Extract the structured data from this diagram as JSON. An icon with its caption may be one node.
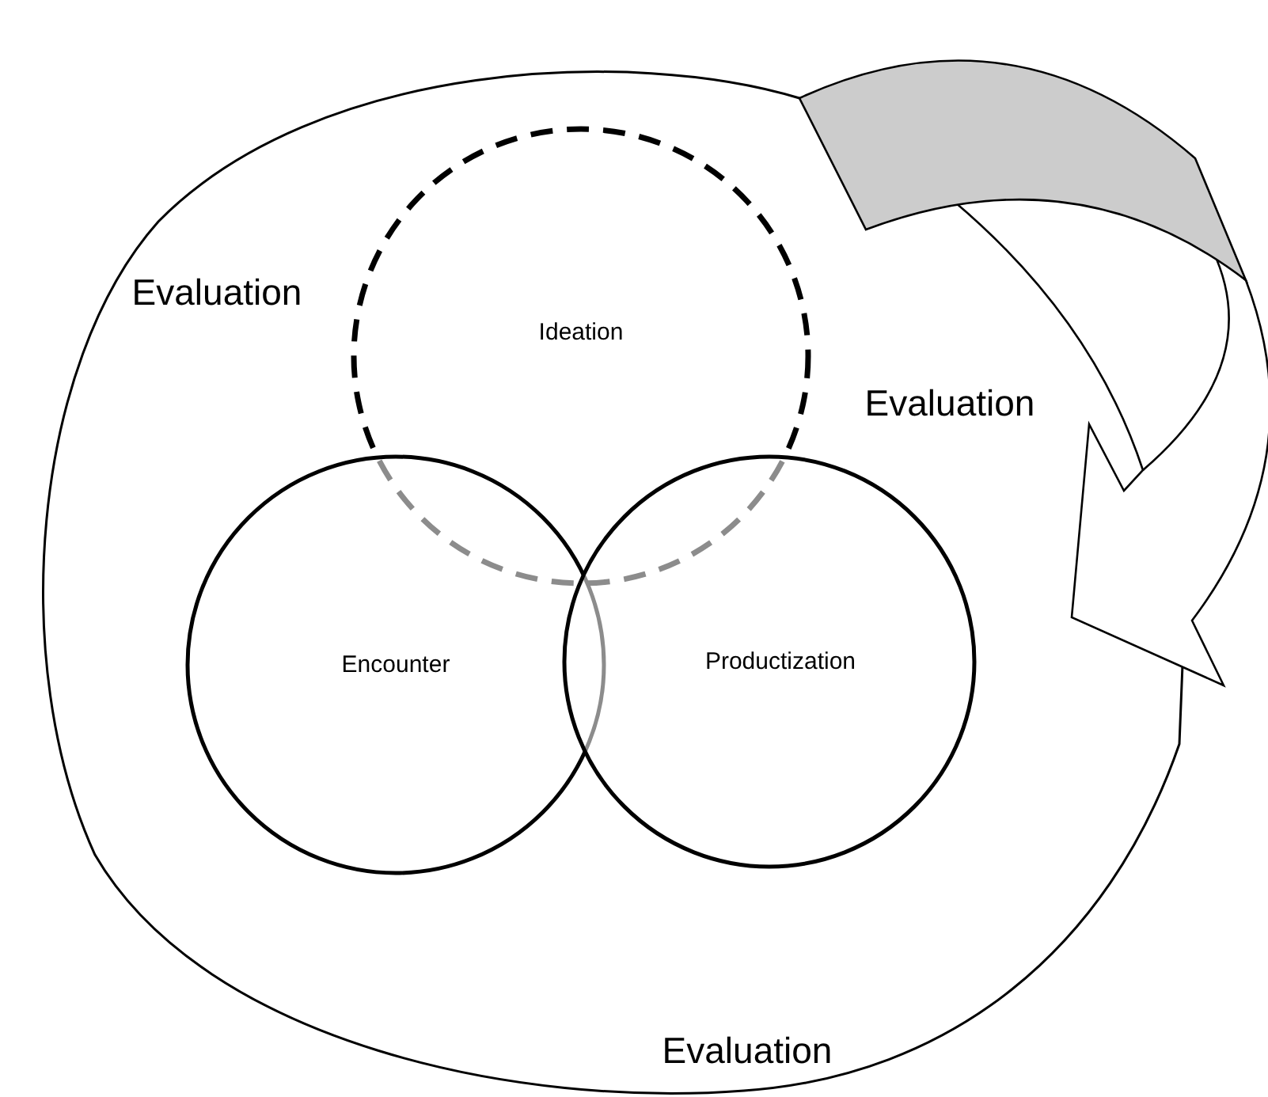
{
  "diagram": {
    "nodes": [
      {
        "text": [
          "Evaluation",
          "Evaluation",
          "Evaluation"
        ]
      },
      {
        "text": [
          "Ideation"
        ],
        "in": 0
      },
      {
        "text": [
          "Encounter"
        ],
        "in": 0
      },
      {
        "text": [
          "Productization"
        ],
        "in": 0
      }
    ]
  }
}
